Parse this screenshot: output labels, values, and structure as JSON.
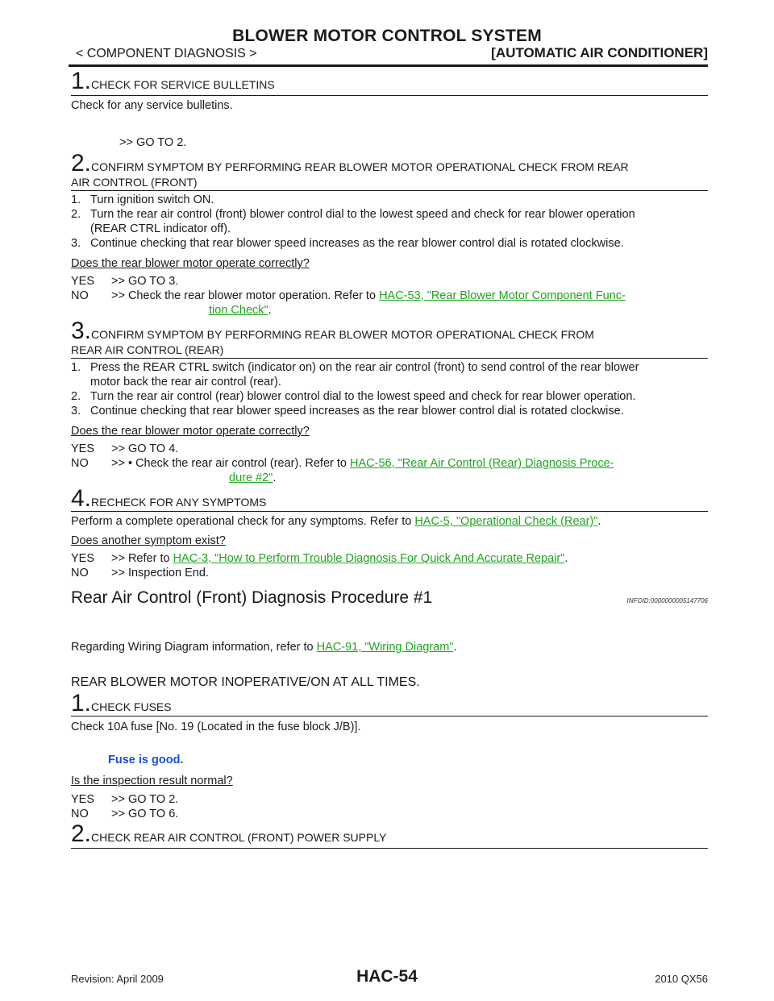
{
  "header": {
    "title": "BLOWER MOTOR CONTROL SYSTEM",
    "breadcrumb": "< COMPONENT DIAGNOSIS >",
    "section": "[AUTOMATIC AIR CONDITIONER]"
  },
  "block1": {
    "s1": {
      "num": "1.",
      "text": "CHECK FOR SERVICE BULLETINS"
    },
    "s1_body": "Check for any service bulletins.",
    "s1_goto": ">> GO TO 2.",
    "s2": {
      "num": "2.",
      "text": "CONFIRM SYMPTOM BY PERFORMING REAR BLOWER MOTOR OPERATIONAL CHECK FROM REAR",
      "text2": "AIR CONTROL (FRONT)"
    },
    "s2_items": [
      {
        "n": "1.",
        "t": "Turn ignition switch ON."
      },
      {
        "n": "2.",
        "t": "Turn the rear air control (front) blower control dial to the lowest speed and check for rear blower operation",
        "t2": "(REAR CTRL indicator off)."
      },
      {
        "n": "3.",
        "t": "Continue checking that rear blower speed increases as the rear blower control dial is rotated clockwise."
      }
    ],
    "s2_question": "Does the rear blower motor operate correctly?",
    "s2_yes": {
      "k": "YES",
      "v": ">> GO TO 3."
    },
    "s2_no": {
      "k": "NO",
      "pre": ">> Check the rear blower motor operation. Refer to ",
      "link": "HAC-53, \"Rear Blower Motor Component Func-",
      "link2": "tion Check\"",
      "post": "."
    },
    "s3": {
      "num": "3.",
      "text": "CONFIRM SYMPTOM BY PERFORMING REAR BLOWER MOTOR OPERATIONAL CHECK FROM",
      "text2": "REAR AIR CONTROL (REAR)"
    },
    "s3_items": [
      {
        "n": "1.",
        "t": "Press the REAR CTRL switch (indicator on) on the rear air control (front) to send control of the rear blower",
        "t2": "motor back the rear air control (rear)."
      },
      {
        "n": "2.",
        "t": "Turn the rear air control (rear) blower control dial to the lowest speed and check for rear blower operation."
      },
      {
        "n": "3.",
        "t": "Continue checking that rear blower speed increases as the rear blower control dial is rotated clockwise."
      }
    ],
    "s3_question": "Does the rear blower motor operate correctly?",
    "s3_yes": {
      "k": "YES",
      "v": ">> GO TO 4."
    },
    "s3_no": {
      "k": "NO",
      "pre": ">> • Check the rear air control (rear). Refer to ",
      "link": "HAC-56, \"Rear Air Control (Rear) Diagnosis Proce-",
      "link2": "dure #2\"",
      "post": "."
    },
    "s4": {
      "num": "4.",
      "text": "RECHECK FOR ANY SYMPTOMS"
    },
    "s4_body_pre": "Perform a complete operational check for any symptoms. Refer to ",
    "s4_link": "HAC-5, \"Operational Check (Rear)\"",
    "s4_body_post": ".",
    "s4_question": "Does another symptom exist?",
    "s4_yes": {
      "k": "YES",
      "pre": ">> Refer to ",
      "link": "HAC-3, \"How to Perform Trouble Diagnosis For Quick And Accurate Repair\"",
      "post": "."
    },
    "s4_no": {
      "k": "NO",
      "v": ">> Inspection End."
    }
  },
  "section2": {
    "title": "Rear Air Control (Front) Diagnosis Procedure #1",
    "infoid": "INFOID:0000000005147706",
    "wiring_pre": "Regarding Wiring Diagram information, refer to ",
    "wiring_link": "HAC-91, \"Wiring Diagram\"",
    "wiring_post": ".",
    "symptom": "REAR BLOWER MOTOR INOPERATIVE/ON AT ALL TIMES.",
    "s1": {
      "num": "1.",
      "text": "CHECK FUSES"
    },
    "s1_body": "Check 10A fuse [No. 19 (Located in the fuse block J/B)].",
    "fuse_status": "Fuse is good.",
    "s1_question": "Is the inspection result normal?",
    "s1_yes": {
      "k": "YES",
      "v": ">> GO TO 2."
    },
    "s1_no": {
      "k": "NO",
      "v": ">> GO TO 6."
    },
    "s2": {
      "num": "2.",
      "text": "CHECK REAR AIR CONTROL (FRONT) POWER SUPPLY"
    }
  },
  "footer": {
    "revision": "Revision: April 2009",
    "page": "HAC-54",
    "model": "2010 QX56"
  }
}
